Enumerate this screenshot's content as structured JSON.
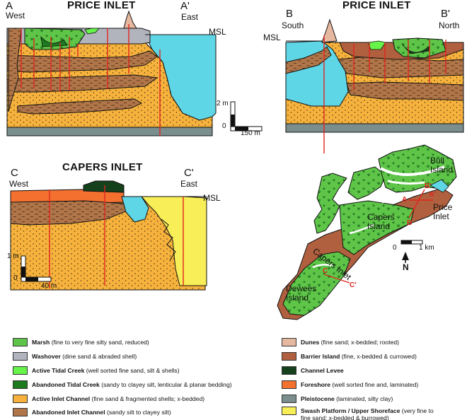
{
  "panels": {
    "price_aa": {
      "title": "PRICE INLET",
      "left_letter": "A",
      "left_dir": "West",
      "right_letter": "A'",
      "right_dir": "East",
      "msl": "MSL",
      "scale_v": "2 m",
      "scale_zero": "0",
      "scale_h": "150 m"
    },
    "price_bb": {
      "title": "PRICE INLET",
      "left_letter": "B",
      "left_dir": "South",
      "right_letter": "B'",
      "right_dir": "North",
      "msl": "MSL"
    },
    "capers_cc": {
      "title": "CAPERS INLET",
      "left_letter": "C",
      "left_dir": "West",
      "right_letter": "C'",
      "right_dir": "East",
      "msl": "MSL",
      "scale_v": "1 m",
      "scale_zero": "0",
      "scale_h": "40 m"
    }
  },
  "map": {
    "bull_island": "Bull Island",
    "capers_island": "Capers Island",
    "capers_inlet": "Capers Inlet",
    "dewees_island": "Dewees Island",
    "price_inlet": "Price Inlet",
    "scale_zero": "0",
    "scale_km": "1 km",
    "north": "N",
    "line_b": "B",
    "line_b2": "B'",
    "line_a": "A",
    "line_a2": "A'",
    "line_c": "C",
    "line_c2": "C'"
  },
  "legend_left": [
    {
      "name": "Marsh",
      "desc": "(fine to very fine silty sand, reduced)",
      "color": "#5ec548",
      "pattern": "marsh"
    },
    {
      "name": "Washover",
      "desc": "(dine sand & abraded shell)",
      "color": "#b1b4bd",
      "pattern": "none"
    },
    {
      "name": "Active Tidal Creek",
      "desc": "(well sorted fine sand, silt & shells)",
      "color": "#66f34a",
      "pattern": "none"
    },
    {
      "name": "Abandoned Tidal Creek",
      "desc": "(sandy to clayey silt, lenticular & planar bedding)",
      "color": "#1d7a1f",
      "pattern": "none"
    },
    {
      "name": "Active Inlet Channel",
      "desc": "(fine sand & fragmented shells; x-bedded)",
      "color": "#f6b23c",
      "pattern": "dots"
    },
    {
      "name": "Abandoned Inlet Channel",
      "desc": "(sandy silt to clayey silt)",
      "color": "#b0764a",
      "pattern": "dash"
    }
  ],
  "legend_right": [
    {
      "name": "Dunes",
      "desc": "(fine sand; x-bedded; rooted)",
      "color": "#e7b8a0",
      "pattern": "none"
    },
    {
      "name": "Barrier Island",
      "desc": "(fine, x-bedded & currowed)",
      "color": "#b1603f",
      "pattern": "none"
    },
    {
      "name": "Channel Levee",
      "desc": "",
      "color": "#14401b",
      "pattern": "none"
    },
    {
      "name": "Foreshore",
      "desc": "(well sorted fine and, laminated)",
      "color": "#f3702f",
      "pattern": "none"
    },
    {
      "name": "Pleistocene",
      "desc": "(laminated, silty clay)",
      "color": "#7b8e8e",
      "pattern": "none"
    },
    {
      "name": "Swash Platform / Upper Shoreface",
      "desc": "(very fine to",
      "desc2": "fine sand; x-bedded & burrowed)",
      "color": "#f8ee57",
      "pattern": "none"
    }
  ],
  "colors": {
    "water": "#5fd6e6",
    "sand": "#f6b23c",
    "abandoned_channel": "#b0764a",
    "barrier": "#b1603f",
    "marsh": "#5ec548",
    "core_line": "#e0251f"
  }
}
